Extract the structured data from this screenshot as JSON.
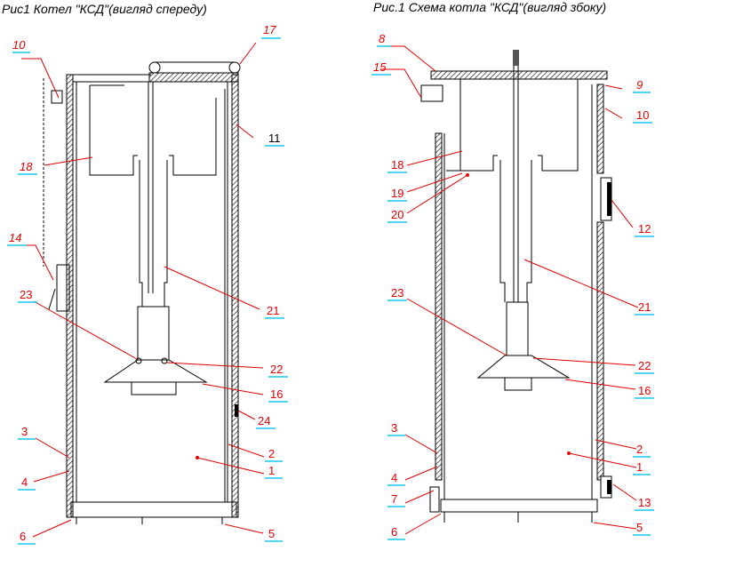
{
  "front_view": {
    "title": "Рис1 Котел \"КСД\"(вигляд спереду)",
    "labels": {
      "n10": "10",
      "n17": "17",
      "n11": "11",
      "n18": "18",
      "n14": "14",
      "n23": "23",
      "n21": "21",
      "n22": "22",
      "n16": "16",
      "n24": "24",
      "n3": "3",
      "n2": "2",
      "n1": "1",
      "n4": "4",
      "n6": "6",
      "n5": "5"
    }
  },
  "side_view": {
    "title": "Рис.1 Схема котла \"КСД\"(вигляд збоку)",
    "labels": {
      "n8": "8",
      "n15": "15",
      "n9": "9",
      "n10": "10",
      "n18": "18",
      "n19": "19",
      "n20": "20",
      "n12": "12",
      "n23": "23",
      "n21": "21",
      "n22": "22",
      "n16": "16",
      "n3": "3",
      "n2": "2",
      "n1": "1",
      "n4": "4",
      "n7": "7",
      "n13": "13",
      "n6": "6",
      "n5": "5"
    }
  },
  "colors": {
    "label_red": "#e00000",
    "label_black": "#000000",
    "underline": "#17c8e8"
  }
}
